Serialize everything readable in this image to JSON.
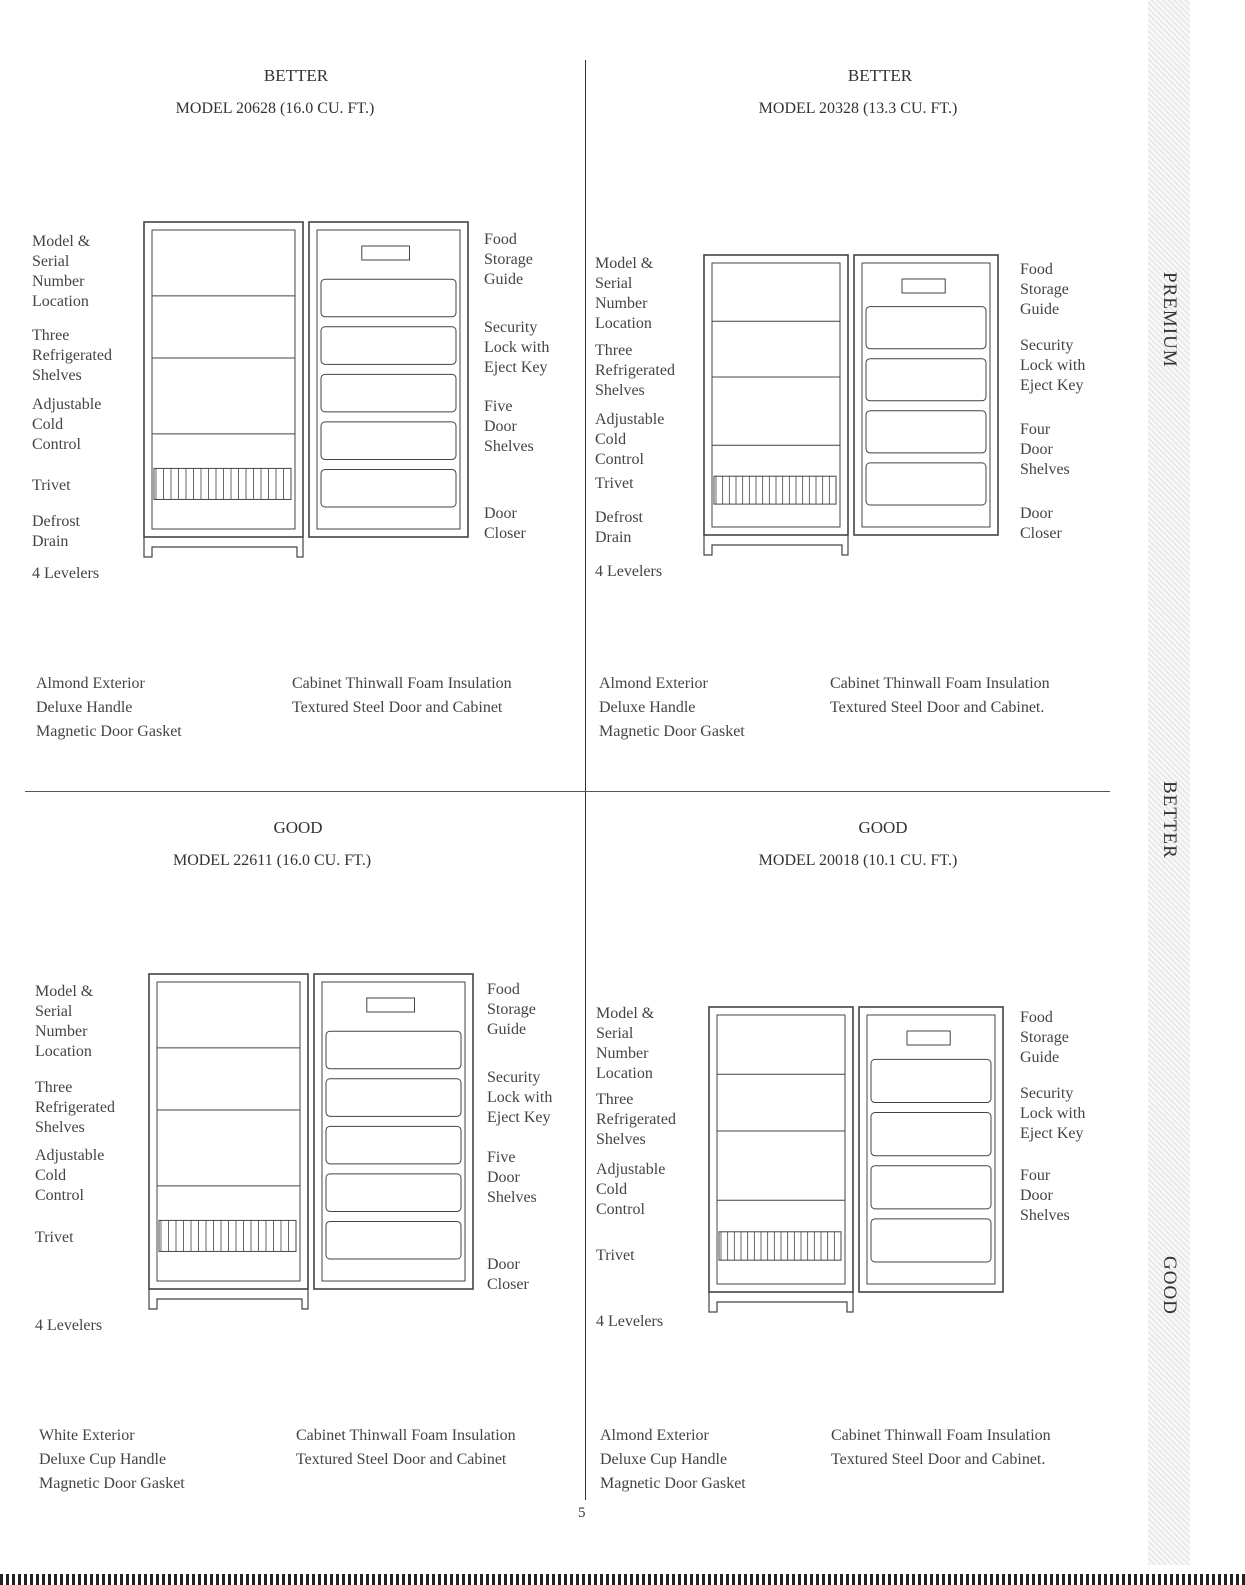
{
  "tabs": [
    "PREMIUM",
    "BETTER",
    "GOOD"
  ],
  "page_number": "5",
  "quadrants": [
    {
      "grade": "BETTER",
      "model": "MODEL 20628 (16.0 CU. FT.)",
      "left_labels": [
        "Model &\nSerial\nNumber\nLocation",
        "Three\nRefrigerated\nShelves",
        "Adjustable\nCold\nControl",
        "Trivet",
        "Defrost\nDrain",
        "4 Levelers"
      ],
      "right_labels": [
        "Food\nStorage\nGuide",
        "Security\nLock with\nEject Key",
        "Five\nDoor\nShelves",
        "Door\nCloser"
      ],
      "features_left": [
        "Almond Exterior",
        "Deluxe Handle",
        "Magnetic Door Gasket"
      ],
      "features_right": [
        "Cabinet Thinwall Foam Insulation",
        "Textured Steel Door and Cabinet"
      ]
    },
    {
      "grade": "BETTER",
      "model": "MODEL 20328 (13.3 CU. FT.)",
      "left_labels": [
        "Model &\nSerial\nNumber\nLocation",
        "Three\nRefrigerated\nShelves",
        "Adjustable\nCold\nControl",
        "Trivet",
        "Defrost\nDrain",
        "4 Levelers"
      ],
      "right_labels": [
        "Food\nStorage\nGuide",
        "Security\nLock with\nEject Key",
        "Four\nDoor\nShelves",
        "Door\nCloser"
      ],
      "features_left": [
        "Almond Exterior",
        "Deluxe Handle",
        "Magnetic Door Gasket"
      ],
      "features_right": [
        "Cabinet Thinwall Foam Insulation",
        "Textured Steel Door and Cabinet."
      ]
    },
    {
      "grade": "GOOD",
      "model": "MODEL 22611 (16.0 CU. FT.)",
      "left_labels": [
        "Model &\nSerial\nNumber\nLocation",
        "Three\nRefrigerated\nShelves",
        "Adjustable\nCold\nControl",
        "Trivet",
        "4 Levelers"
      ],
      "right_labels": [
        "Food\nStorage\nGuide",
        "Security\nLock with\nEject Key",
        "Five\nDoor\nShelves",
        "Door\nCloser"
      ],
      "features_left": [
        "White Exterior",
        "Deluxe Cup Handle",
        "Magnetic Door Gasket"
      ],
      "features_right": [
        "Cabinet Thinwall Foam Insulation",
        "Textured Steel Door and Cabinet"
      ]
    },
    {
      "grade": "GOOD",
      "model": "MODEL 20018 (10.1 CU. FT.)",
      "left_labels": [
        "Model &\nSerial\nNumber\nLocation",
        "Three\nRefrigerated\nShelves",
        "Adjustable\nCold\nControl",
        "Trivet",
        "4 Levelers"
      ],
      "right_labels": [
        "Food\nStorage\nGuide",
        "Security\nLock with\nEject Key",
        "Four\nDoor\nShelves"
      ],
      "features_left": [
        "Almond Exterior",
        "Deluxe Cup Handle",
        "Magnetic Door Gasket"
      ],
      "features_right": [
        "Cabinet Thinwall Foam Insulation",
        "Textured Steel Door and Cabinet."
      ]
    }
  ]
}
